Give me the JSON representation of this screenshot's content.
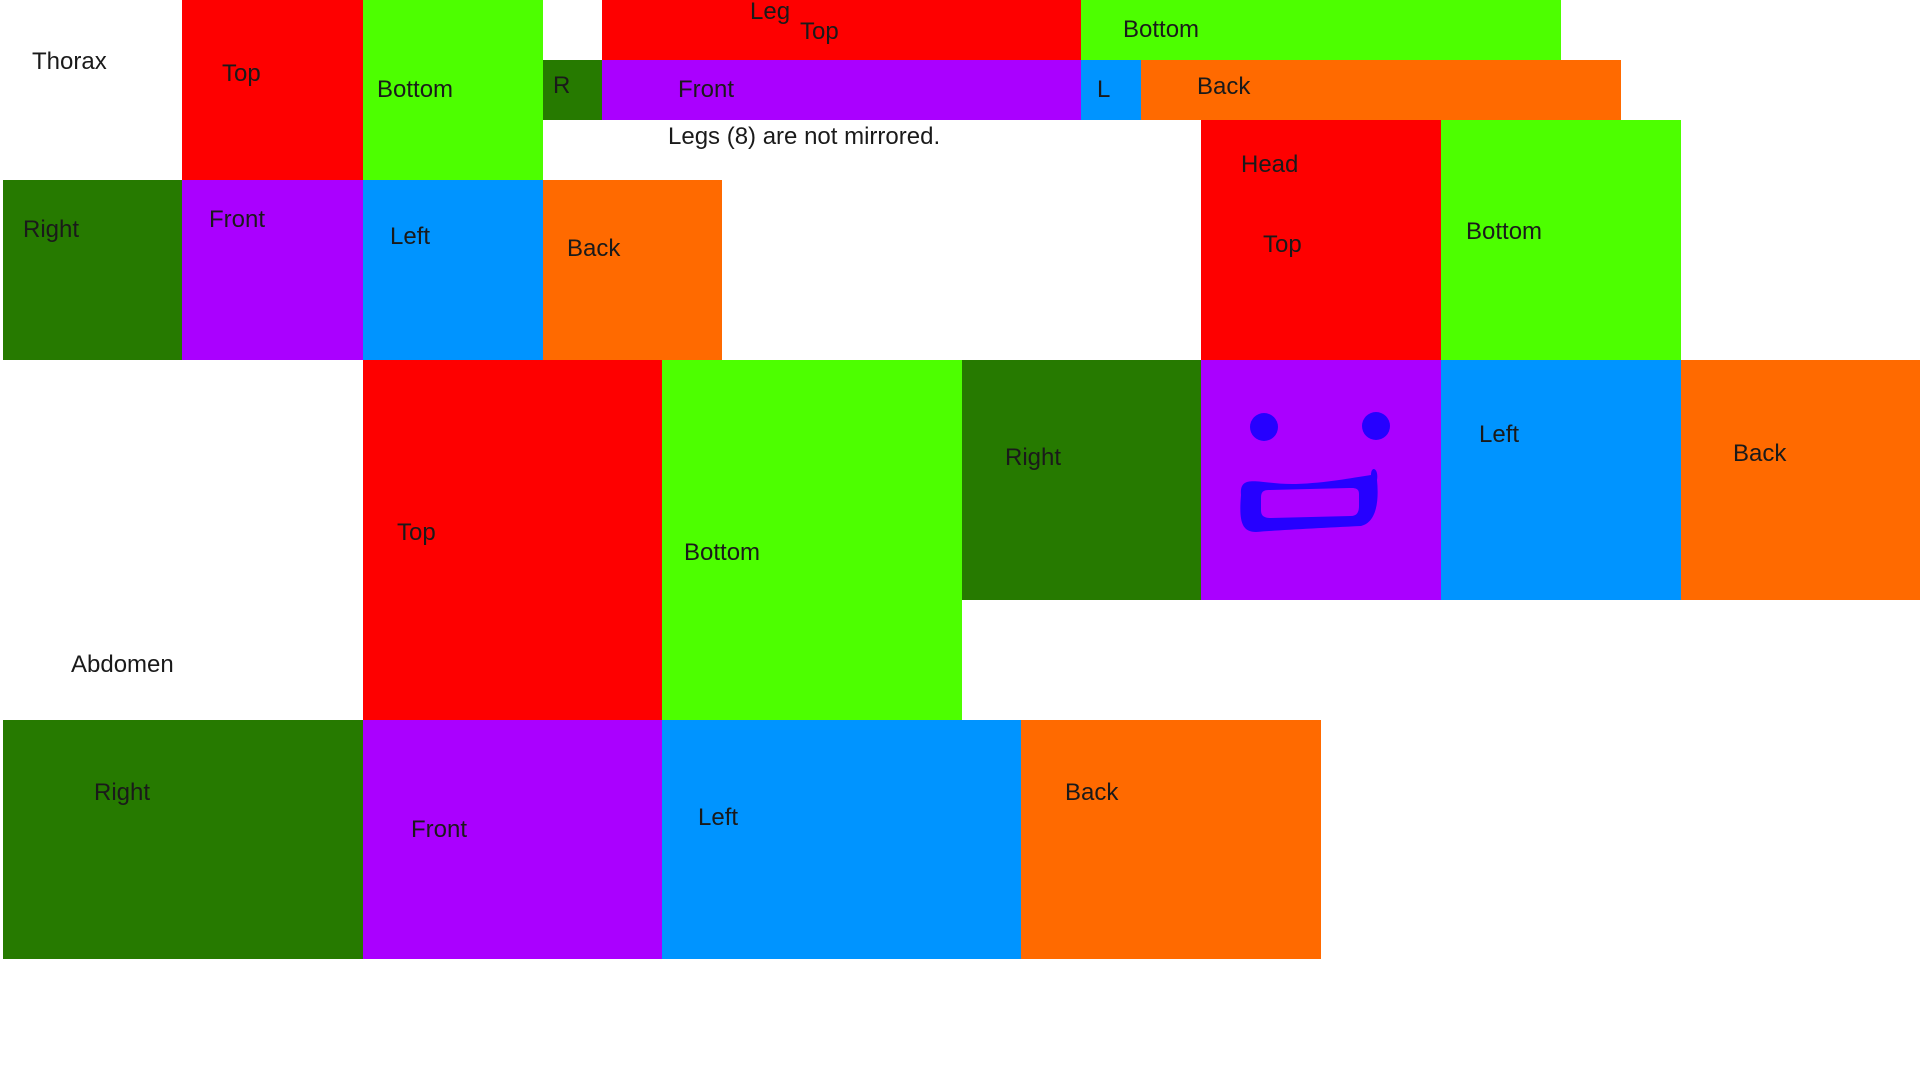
{
  "colors": {
    "top": "#fe0000",
    "bottom": "#4dff00",
    "right": "#267a00",
    "front": "#aa00ff",
    "left": "#0094ff",
    "back": "#ff6a00",
    "face_drawing": "#2600ff"
  },
  "thorax": {
    "title": "Thorax",
    "top": "Top",
    "bottom": "Bottom",
    "right": "Right",
    "front": "Front",
    "left": "Left",
    "back": "Back"
  },
  "leg": {
    "title": "Leg",
    "top": "Top",
    "bottom": "Bottom",
    "right": "R",
    "front": "Front",
    "left": "L",
    "back": "Back",
    "note": "Legs (8) are not mirrored."
  },
  "head": {
    "title": "Head",
    "top": "Top",
    "bottom": "Bottom",
    "right": "Right",
    "left": "Left",
    "back": "Back",
    "front_icon": "face-drawing"
  },
  "abdomen": {
    "title": "Abdomen",
    "top": "Top",
    "bottom": "Bottom",
    "right": "Right",
    "front": "Front",
    "left": "Left",
    "back": "Back"
  }
}
